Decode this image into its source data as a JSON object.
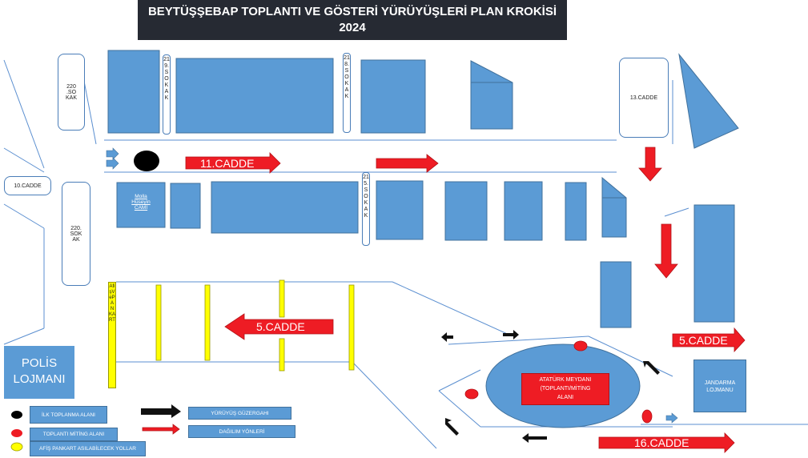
{
  "title": {
    "line1": "BEYTÜŞŞEBAP TOPLANTI VE GÖSTERİ YÜRÜYÜŞLERİ PLAN KROKİSİ",
    "line2": "2024"
  },
  "streets": {
    "s220_top": [
      "220",
      ".SO",
      "KAK"
    ],
    "s10": "10.CADDE",
    "s220_bottom": [
      "220.",
      "SOK",
      "AK"
    ],
    "s219": "219.SOKAK",
    "s218": "218.SOKAK",
    "s215": "215.SOKAK",
    "s13": "13.CADDE"
  },
  "arrows": {
    "cadde11": "11.CADDE",
    "cadde5_left": "5.CADDE",
    "cadde5_right": "5.CADDE",
    "cadde16": "16.CADDE"
  },
  "buildings": {
    "mosque": [
      "Molla",
      "Hüseyin",
      "CAMİ"
    ],
    "polis": [
      "POLİS",
      "LOJMANI"
    ],
    "jandarma": [
      "JANDARMA",
      "LOJMANU"
    ],
    "afis_vertical": "AfişVePANKART"
  },
  "meydan": {
    "line1": "ATATÜRK MEYDANI",
    "line2": "(TOPLANTI/MİTİNG",
    "line3": "ALANI"
  },
  "legend": {
    "ilk_toplanma": "İLK TOPLANMA ALANI",
    "toplanti_miting": "TOPLANTI MİTİNG ALANI",
    "afis_pankart": "AFİŞ PANKART ASILABİLECEK YOLLAR",
    "yuruyus": "YÜRÜYÜŞ GÜZERGAHI",
    "dagilim": "DAĞILIM YÖNLERİ"
  },
  "colors": {
    "building": "#5b9bd5",
    "building_border": "#41719c",
    "road_line": "#5b8fd0",
    "arrow_red": "#ee1c24",
    "marker_yellow": "#ffff00",
    "header_bg": "#262a33"
  }
}
